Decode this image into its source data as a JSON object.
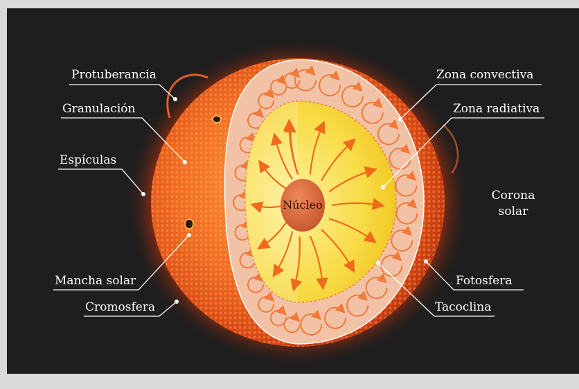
{
  "labels": {
    "protuberancia": "Protuberancia",
    "granulacion": "Granulación",
    "especulas": "Espículas",
    "mancha_solar": "Mancha solar",
    "cromosfera": "Cromosfera",
    "zona_convectiva": "Zona convectiva",
    "zona_radiativa": "Zona radiativa",
    "corona_line1": "Corona",
    "corona_line2": "solar",
    "fotosfera": "Fotosfera",
    "tacoclina": "Tacoclina",
    "nucleo": "Núcleo"
  },
  "colors": {
    "background": "#1e1e1e",
    "page": "#d9d9d9",
    "sun_surface": "#e8561b",
    "convective_zone": "#f2c2a6",
    "radiative_zone": "#f6d63c",
    "core": "#d9683a",
    "arrows": "#f06a1c"
  }
}
